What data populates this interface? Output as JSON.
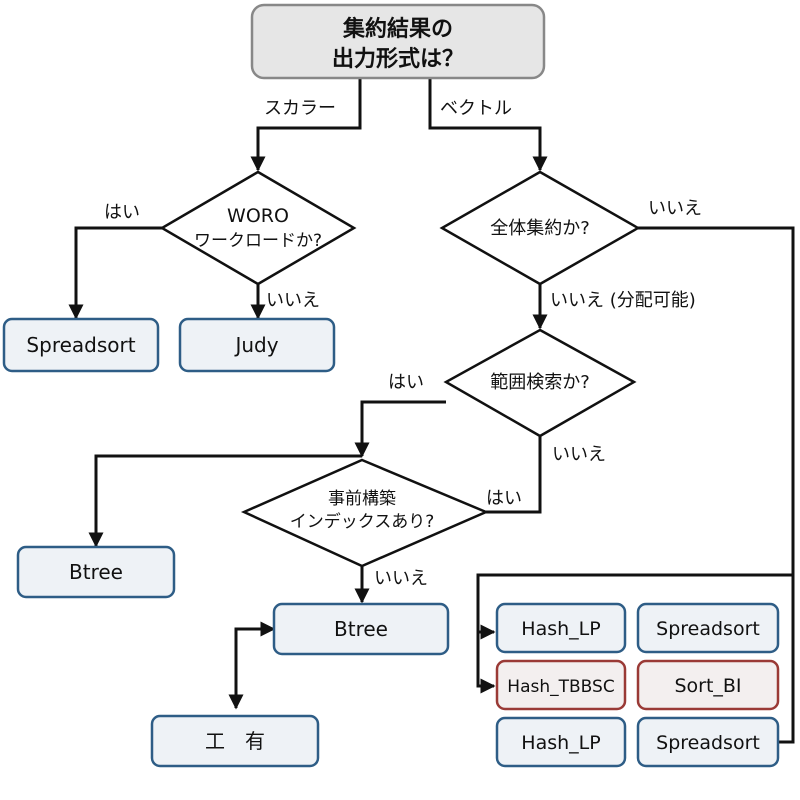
{
  "start": {
    "line1": "集約結果の",
    "line2": "出力形式は？"
  },
  "decisions": {
    "woro": {
      "line1": "WORO",
      "line2": "ワークロードか?"
    },
    "global": {
      "text": "全体集約か?"
    },
    "range": {
      "text": "範囲検索か?"
    },
    "presort": {
      "line1": "事前構築",
      "line2": "インデックスあり?"
    }
  },
  "edge_labels": {
    "scalar": "スカラー",
    "vector": "ベクトル",
    "woro_yes": "はい",
    "woro_no": "いいえ",
    "global_no_partition": "いいえ (分配可能)",
    "global_no": "いいえ",
    "range_yes": "はい",
    "range_no": "いいえ",
    "presort_yes": "はい",
    "presort_no": "いいえ"
  },
  "leaves": {
    "spreadsort_left": "Spreadsort",
    "judy": "Judy",
    "btree_left": "Btree",
    "btree_mid": "Btree",
    "kou_yuu": "工　有",
    "hash_lp_1": "Hash_LP",
    "spreadsort_1": "Spreadsort",
    "hash_tbbsc": "Hash_TBBSC",
    "sort_bi": "Sort_BI",
    "hash_lp_2": "Hash_LP",
    "spreadsort_2": "Spreadsort"
  },
  "colors": {
    "leaf_border_blue": "#2e5d86",
    "leaf_border_red": "#9a3a36",
    "leaf_fill": "#eef2f6",
    "start_fill": "#e6e6e6"
  }
}
